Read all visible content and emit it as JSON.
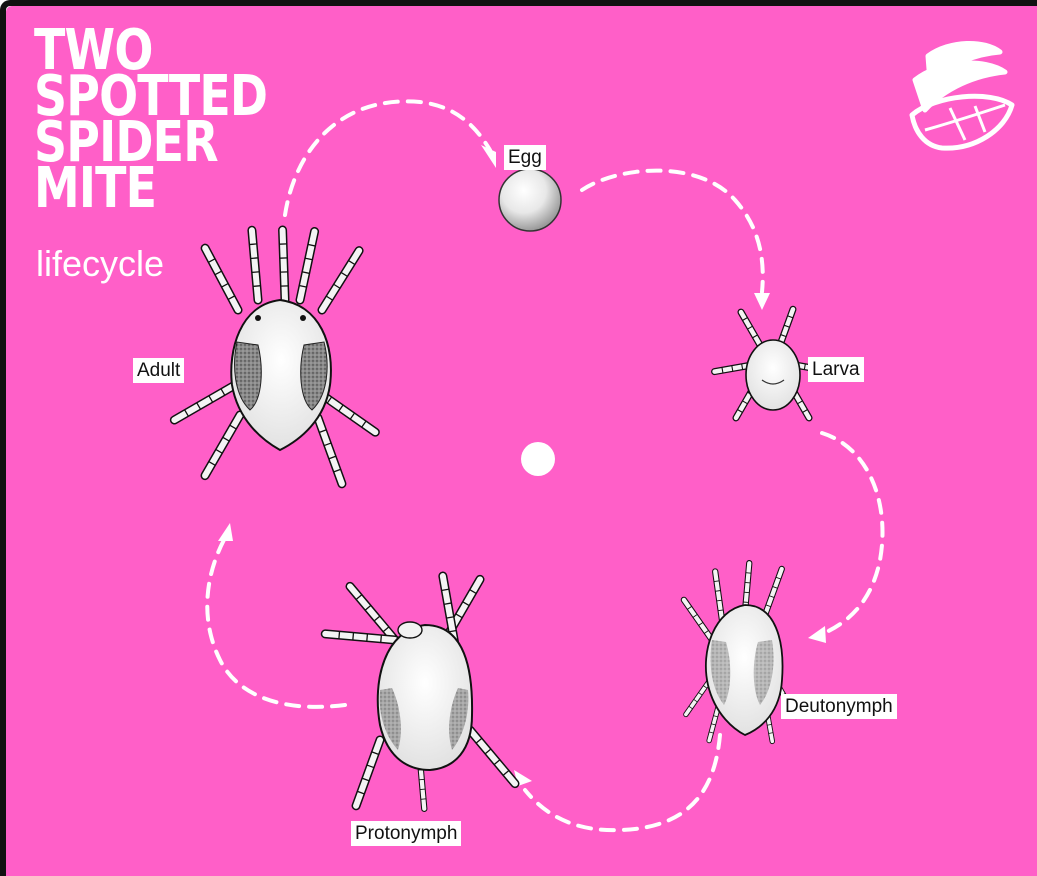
{
  "colors": {
    "background": "#FF5FC8",
    "arrow": "#ffffff",
    "text": "#ffffff"
  },
  "title": {
    "lines": [
      "TWO",
      "SPOTTED",
      "SPIDER",
      "MITE"
    ],
    "subtitle": "lifecycle"
  },
  "logo": {
    "icon": "leaf-logo-icon"
  },
  "stages": {
    "egg": "Egg",
    "larva": "Larva",
    "deutonymph": "Deutonymph",
    "protonymph": "Protonymph",
    "adult": "Adult"
  }
}
